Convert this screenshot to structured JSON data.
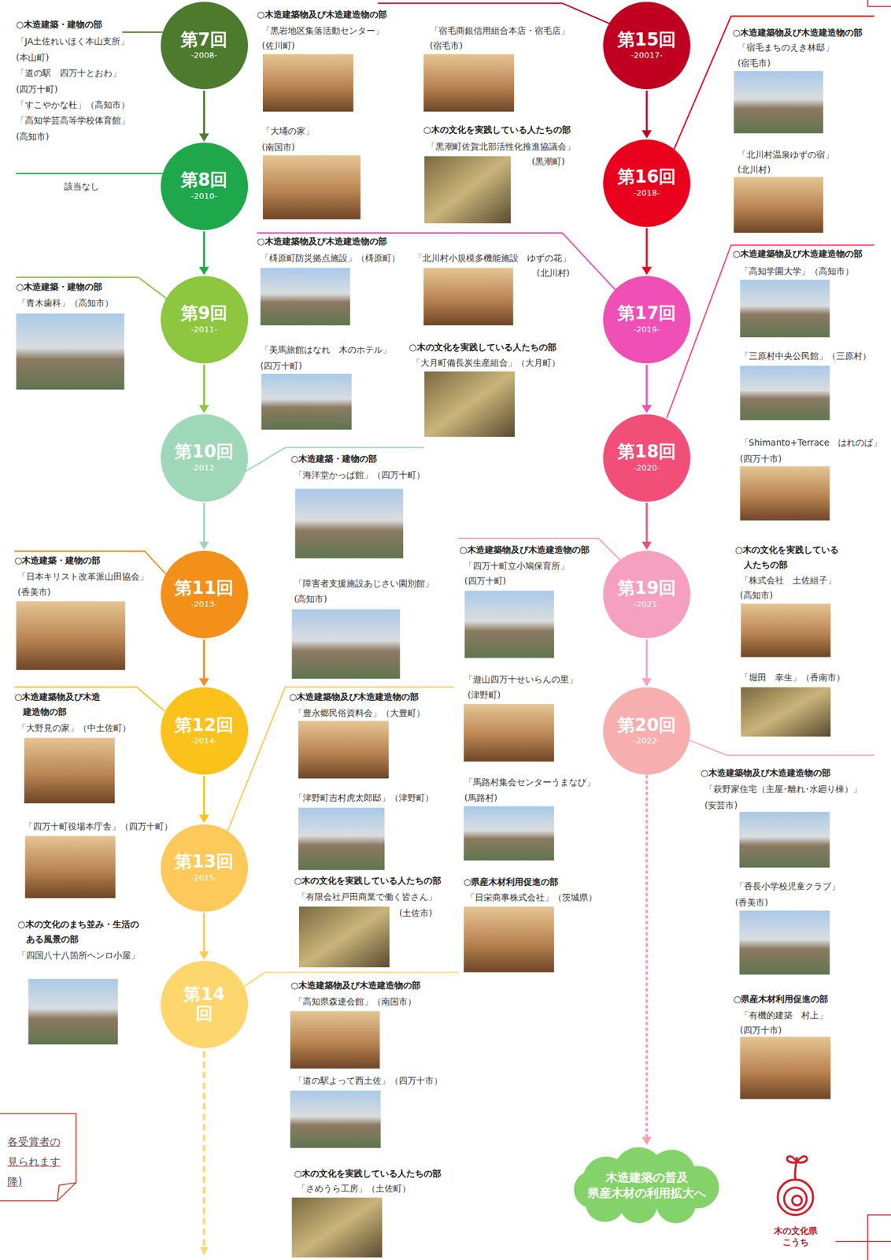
{
  "diagram": {
    "nodes": [
      {
        "text": [
          "第7回",
          "-2008-"
        ]
      },
      {
        "text": [
          "第8回",
          "-2010-"
        ]
      },
      {
        "text": [
          "第9回",
          "-2011-"
        ]
      },
      {
        "text": [
          "第10回",
          "-2012-"
        ]
      },
      {
        "text": [
          "第11回",
          "-2013-"
        ]
      },
      {
        "text": [
          "第12回",
          "-2014-"
        ]
      },
      {
        "text": [
          "第13回",
          "-2015-"
        ]
      },
      {
        "text": [
          "第14 回"
        ]
      },
      {
        "text": [
          "第15回",
          "-20017-"
        ]
      },
      {
        "text": [
          "第16回",
          "-2018-"
        ]
      },
      {
        "text": [
          "第17回",
          "-2019-"
        ]
      },
      {
        "text": [
          "第18回",
          "-2020-"
        ]
      },
      {
        "text": [
          "第19回",
          "-2021-"
        ]
      },
      {
        "text": [
          "第20回",
          "-2022-"
        ]
      },
      {
        "text": [
          "木造建築の普及 県産木材の利用拡大へ"
        ]
      },
      {
        "text": [
          "各受賞者の 見られます 降)"
        ]
      }
    ],
    "edges": [
      {
        "from": 0,
        "to": 1,
        "arrow": "to"
      },
      {
        "from": 1,
        "to": 2,
        "arrow": "to"
      },
      {
        "from": 2,
        "to": 3,
        "arrow": "to"
      },
      {
        "from": 3,
        "to": 4,
        "arrow": "to"
      },
      {
        "from": 4,
        "to": 5,
        "arrow": "to"
      },
      {
        "from": 5,
        "to": 6,
        "arrow": "to"
      },
      {
        "from": 6,
        "to": 7,
        "arrow": "to"
      },
      {
        "from": 8,
        "to": 9,
        "arrow": "to"
      },
      {
        "from": 9,
        "to": 10,
        "arrow": "to"
      },
      {
        "from": 10,
        "to": 11,
        "arrow": "to"
      },
      {
        "from": 11,
        "to": 12,
        "arrow": "to"
      },
      {
        "from": 12,
        "to": 13,
        "arrow": "to"
      },
      {
        "from": 13,
        "to": 14,
        "arrow": "to"
      }
    ],
    "labels": [
      "○木造建築・建物の部",
      "「JA土佐れいほく本山支所」",
      "(本山町)",
      "「道の駅　四万十とおわ」",
      "(四万十町)",
      "「すこやかな杜」（高知市）",
      "「高知学芸高等学校体育館」",
      "(高知市)",
      "○木造建築物及び木造建造物の部",
      "「黒岩地区集落活動センター」",
      "(佐川町)",
      "「宿毛商銀信用組合本店・宿毛店」",
      "(宿毛市)",
      "「大埇の家」",
      "(南国市)",
      "○木の文化を実践している人たちの部",
      "「黒潮町佐賀北部活性化推進協議会」",
      "(黒潮町)",
      "○木造建築物及び木造建造物の部",
      "「宿毛まちのえき林邸」",
      "(宿毛市)",
      "「北川村温泉ゆずの宿」",
      "(北川村)",
      "該当なし",
      "○木造建築・建物の部",
      "「青木歯科」（高知市）",
      "○木造建築物及び木造建造物の部",
      "「梼原町防災拠点施設」（梼原町）",
      "「北川村小規模多機能施設　ゆずの花」",
      "(北川村)",
      "「美馬旅館はなれ　木のホテル」",
      "(四万十町)",
      "○木の文化を実践している人たちの部",
      "「大月町備長炭生産組合」（大月町）",
      "○木造建築物及び木造建造物の部",
      "「高知学園大学」（高知市）",
      "「三原村中央公民館」（三原村）",
      "「Shimanto+Terrace　はれのば」",
      "(四万十市)",
      "○木造建築・建物の部",
      "「海洋堂かっぱ館」（四万十町）",
      "「障害者支援施設あじさい園別館」",
      "(高知市)",
      "○木造建築物及び木造建造物の部",
      "「四万十町立小鳩保育所」",
      "(四万十町)",
      "○木の文化を実践している 人たちの部",
      "「株式会社　土佐組子」",
      "(高知市)",
      "○木造建築・建物の部",
      "「日本キリスト改革派山田協会」",
      "(香美市)",
      "「遊山四万十せいらんの里」",
      "(津野町)",
      "「堀田　幸生」（香南市）",
      "○木造建築物及び木造 建造物の部",
      "「大野見の家」（中土佐町）",
      "○木造建築物及び木造建造物の部",
      "「豊永郷民俗資料会」（大豊町）",
      "○木造建築物及び木造建造物の部",
      "「萩野家住宅（主屋･離れ･水廻り棟）」",
      "(安芸市)",
      "「馬路村集会センターうまなび」",
      "(馬路村)",
      "「津野町吉村虎太郎邸」（津野町）",
      "「四万十町役場本庁舎」（四万十町）",
      "○木の文化を実践している人たちの部",
      "「有限会社戸田商業で働く皆さん」",
      "(土佐市)",
      "○県産木材利用促進の部",
      "「日栄商事株式会社」（茨城県）",
      "「香長小学校児童クラブ」",
      "(香美市)",
      "○木の文化のまち並み・生活の ある風景の部",
      "「四国八十八箇所ヘンロ小屋」",
      "○木造建築物及び木造建造物の部",
      "「高知県森連会館」（南国市）",
      "○県産木材利用促進の部",
      "「有機的建築　村上」",
      "(四万十市)",
      "「道の駅よって西土佐」（四万十市）",
      "○木の文化を実践している人たちの部",
      "「さめうら工房」（土佐町）",
      "木の文化県 こうち"
    ]
  }
}
